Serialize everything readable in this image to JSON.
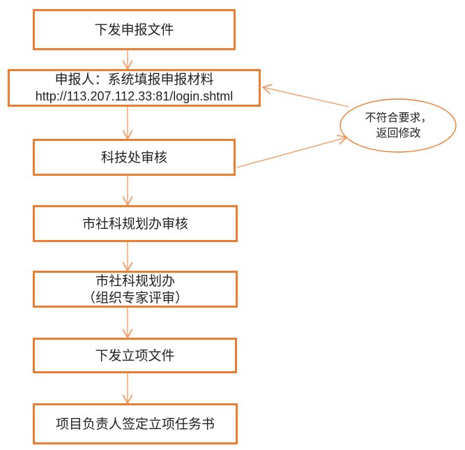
{
  "steps": [
    {
      "lines": [
        "下发申报文件"
      ]
    },
    {
      "lines": [
        "申报人：系统填报申报材料",
        "http://113.207.112.33:81/login.shtml"
      ]
    },
    {
      "lines": [
        "科技处审核"
      ]
    },
    {
      "lines": [
        "市社科规划办审核"
      ]
    },
    {
      "lines": [
        "市社科规划办",
        "（组织专家评审）"
      ]
    },
    {
      "lines": [
        "下发立项文件"
      ]
    },
    {
      "lines": [
        "项目负责人签定立项任务书"
      ]
    }
  ],
  "reject": {
    "lines": [
      "不符合要求，",
      "返回修改"
    ]
  },
  "colors": {
    "border": "#ED7D31",
    "arrow": "#F19C65"
  }
}
